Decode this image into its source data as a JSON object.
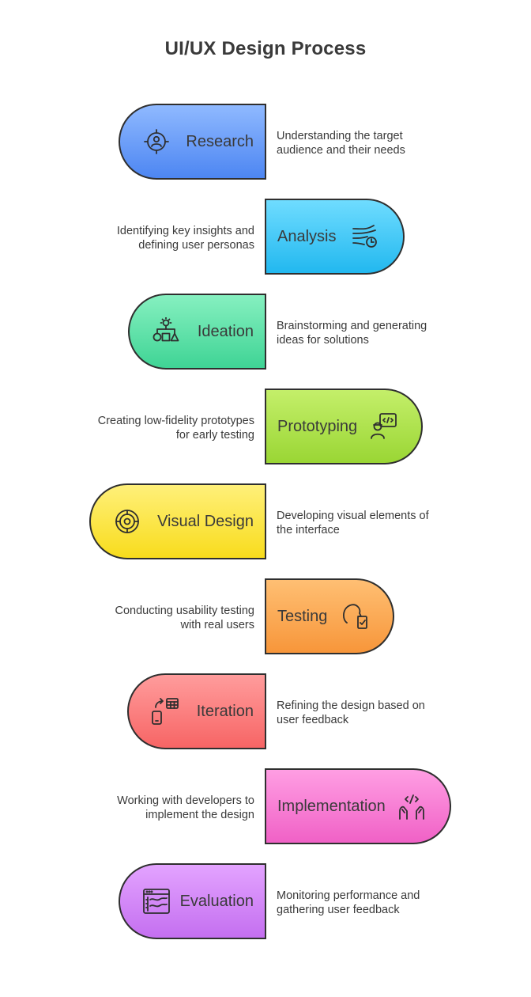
{
  "title": "UI/UX Design Process",
  "steps": [
    {
      "label": "Research",
      "description_lines": [
        "Understanding the target",
        "audience and their needs"
      ],
      "icon": "target-user-icon",
      "color_top": "#8fb9ff",
      "color_bottom": "#4d86f2"
    },
    {
      "label": "Analysis",
      "description_lines": [
        "Identifying key insights and",
        "defining user personas"
      ],
      "icon": "wind-clock-icon",
      "color_top": "#6fdcff",
      "color_bottom": "#22b8ef"
    },
    {
      "label": "Ideation",
      "description_lines": [
        "Brainstorming and generating",
        "ideas for solutions"
      ],
      "icon": "lightbulb-shapes-icon",
      "color_top": "#86f0c0",
      "color_bottom": "#3fd495"
    },
    {
      "label": "Prototyping",
      "description_lines": [
        "Creating low-fidelity prototypes",
        "for early testing"
      ],
      "icon": "developer-code-icon",
      "color_top": "#c4ef6a",
      "color_bottom": "#9ad634"
    },
    {
      "label": "Visual Design",
      "description_lines": [
        "Developing visual elements of",
        "the interface"
      ],
      "icon": "focus-target-icon",
      "color_top": "#fff07a",
      "color_bottom": "#f8dc1c"
    },
    {
      "label": "Testing",
      "description_lines": [
        "Conducting usability testing",
        "with real users"
      ],
      "icon": "head-phone-check-icon",
      "color_top": "#ffbf73",
      "color_bottom": "#f7963a"
    },
    {
      "label": "Iteration",
      "description_lines": [
        "Refining the design based on",
        "user feedback"
      ],
      "icon": "device-sync-icon",
      "color_top": "#ff9c9c",
      "color_bottom": "#f76565"
    },
    {
      "label": "Implementation",
      "description_lines": [
        "Working with developers to",
        "implement the design"
      ],
      "icon": "code-hands-icon",
      "color_top": "#ff9ee3",
      "color_bottom": "#f061c6"
    },
    {
      "label": "Evaluation",
      "description_lines": [
        "Monitoring performance and",
        "gathering user feedback"
      ],
      "icon": "browser-chart-icon",
      "color_top": "#e3a3ff",
      "color_bottom": "#c46ff0"
    }
  ]
}
